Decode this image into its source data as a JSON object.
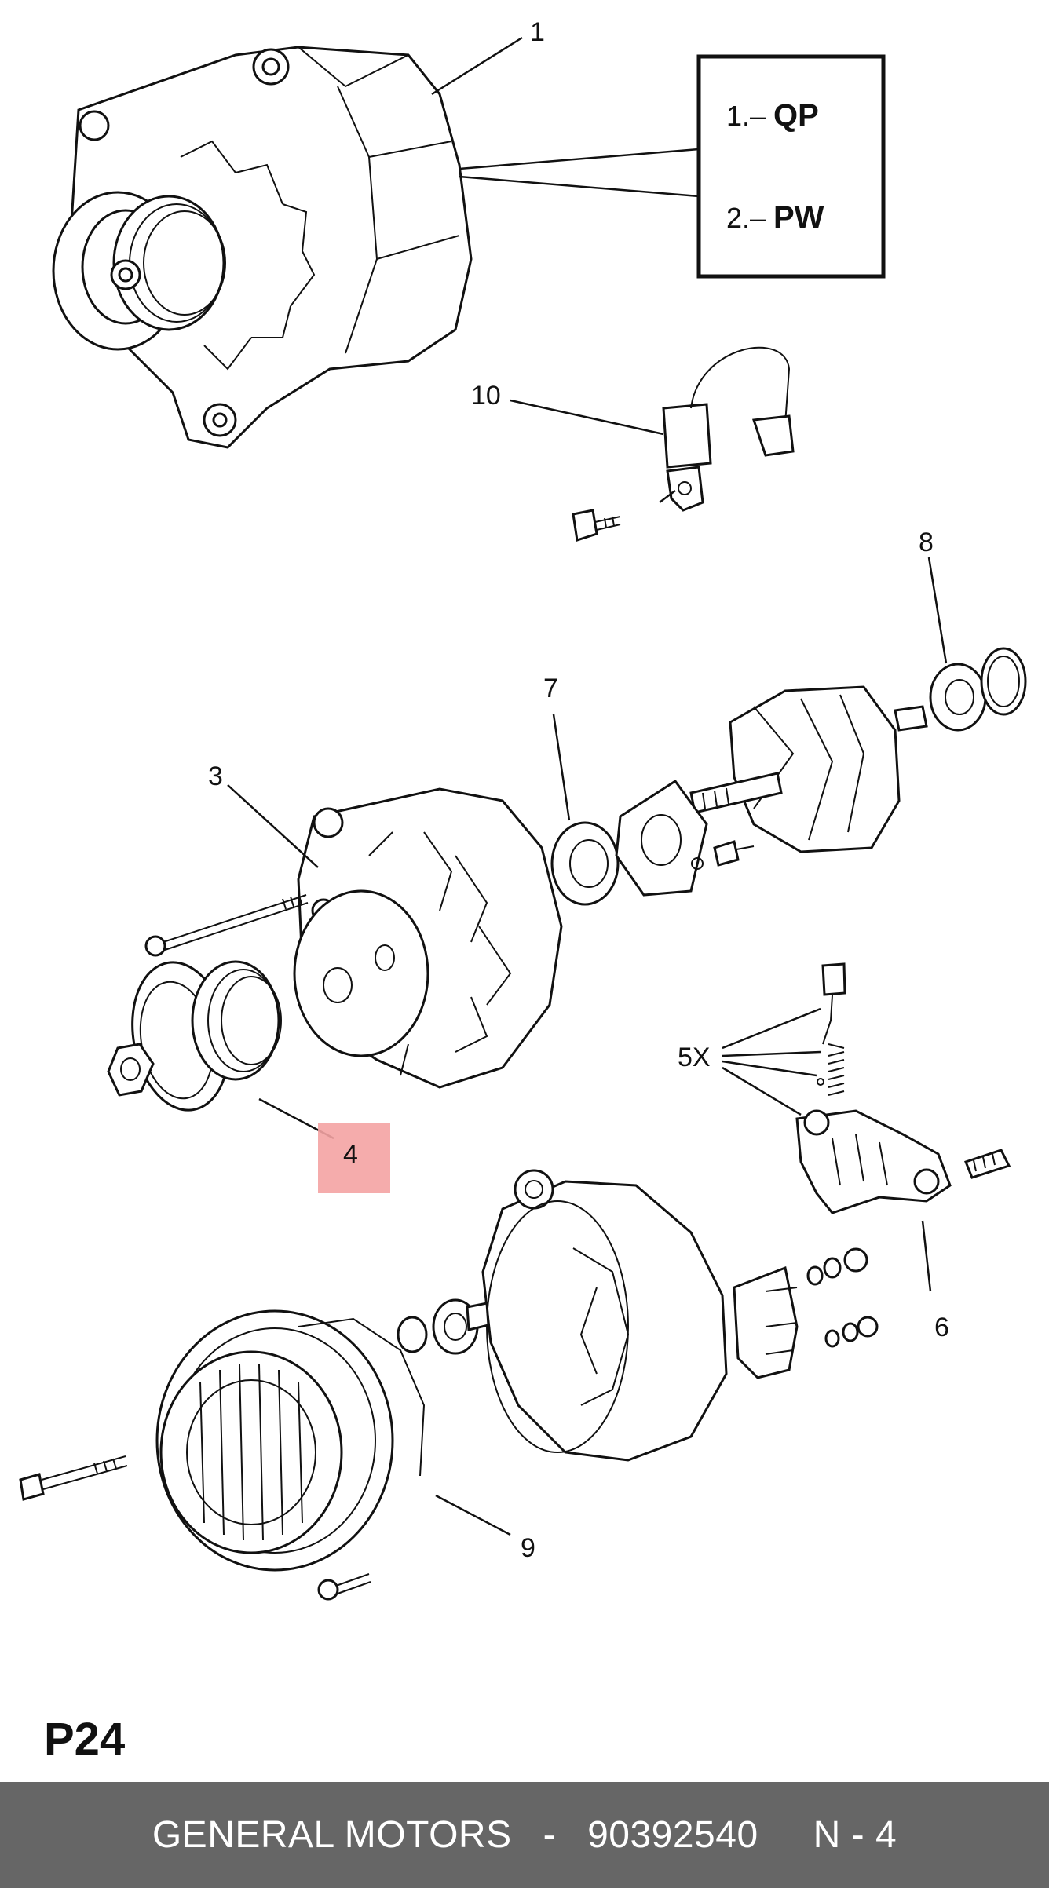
{
  "diagram": {
    "legend": {
      "line1_prefix": "1.–",
      "line1_code": "QP",
      "line2_prefix": "2.–",
      "line2_code": "PW"
    },
    "callouts": [
      {
        "id": "c1",
        "label": "1"
      },
      {
        "id": "c10",
        "label": "10"
      },
      {
        "id": "c8",
        "label": "8"
      },
      {
        "id": "c7",
        "label": "7"
      },
      {
        "id": "c3",
        "label": "3"
      },
      {
        "id": "c5x",
        "label": "5X"
      },
      {
        "id": "c4",
        "label": "4",
        "highlighted": true
      },
      {
        "id": "c6",
        "label": "6"
      },
      {
        "id": "c9",
        "label": "9"
      }
    ],
    "highlight_color": "#f4a3a3",
    "page_code": "P24"
  },
  "footer": {
    "brand": "GENERAL MOTORS",
    "separator": "-",
    "part_number": "90392540",
    "ref": "N - 4"
  },
  "colors": {
    "footer_bg": "#666666",
    "footer_text": "#ffffff",
    "line_art": "#111111"
  }
}
